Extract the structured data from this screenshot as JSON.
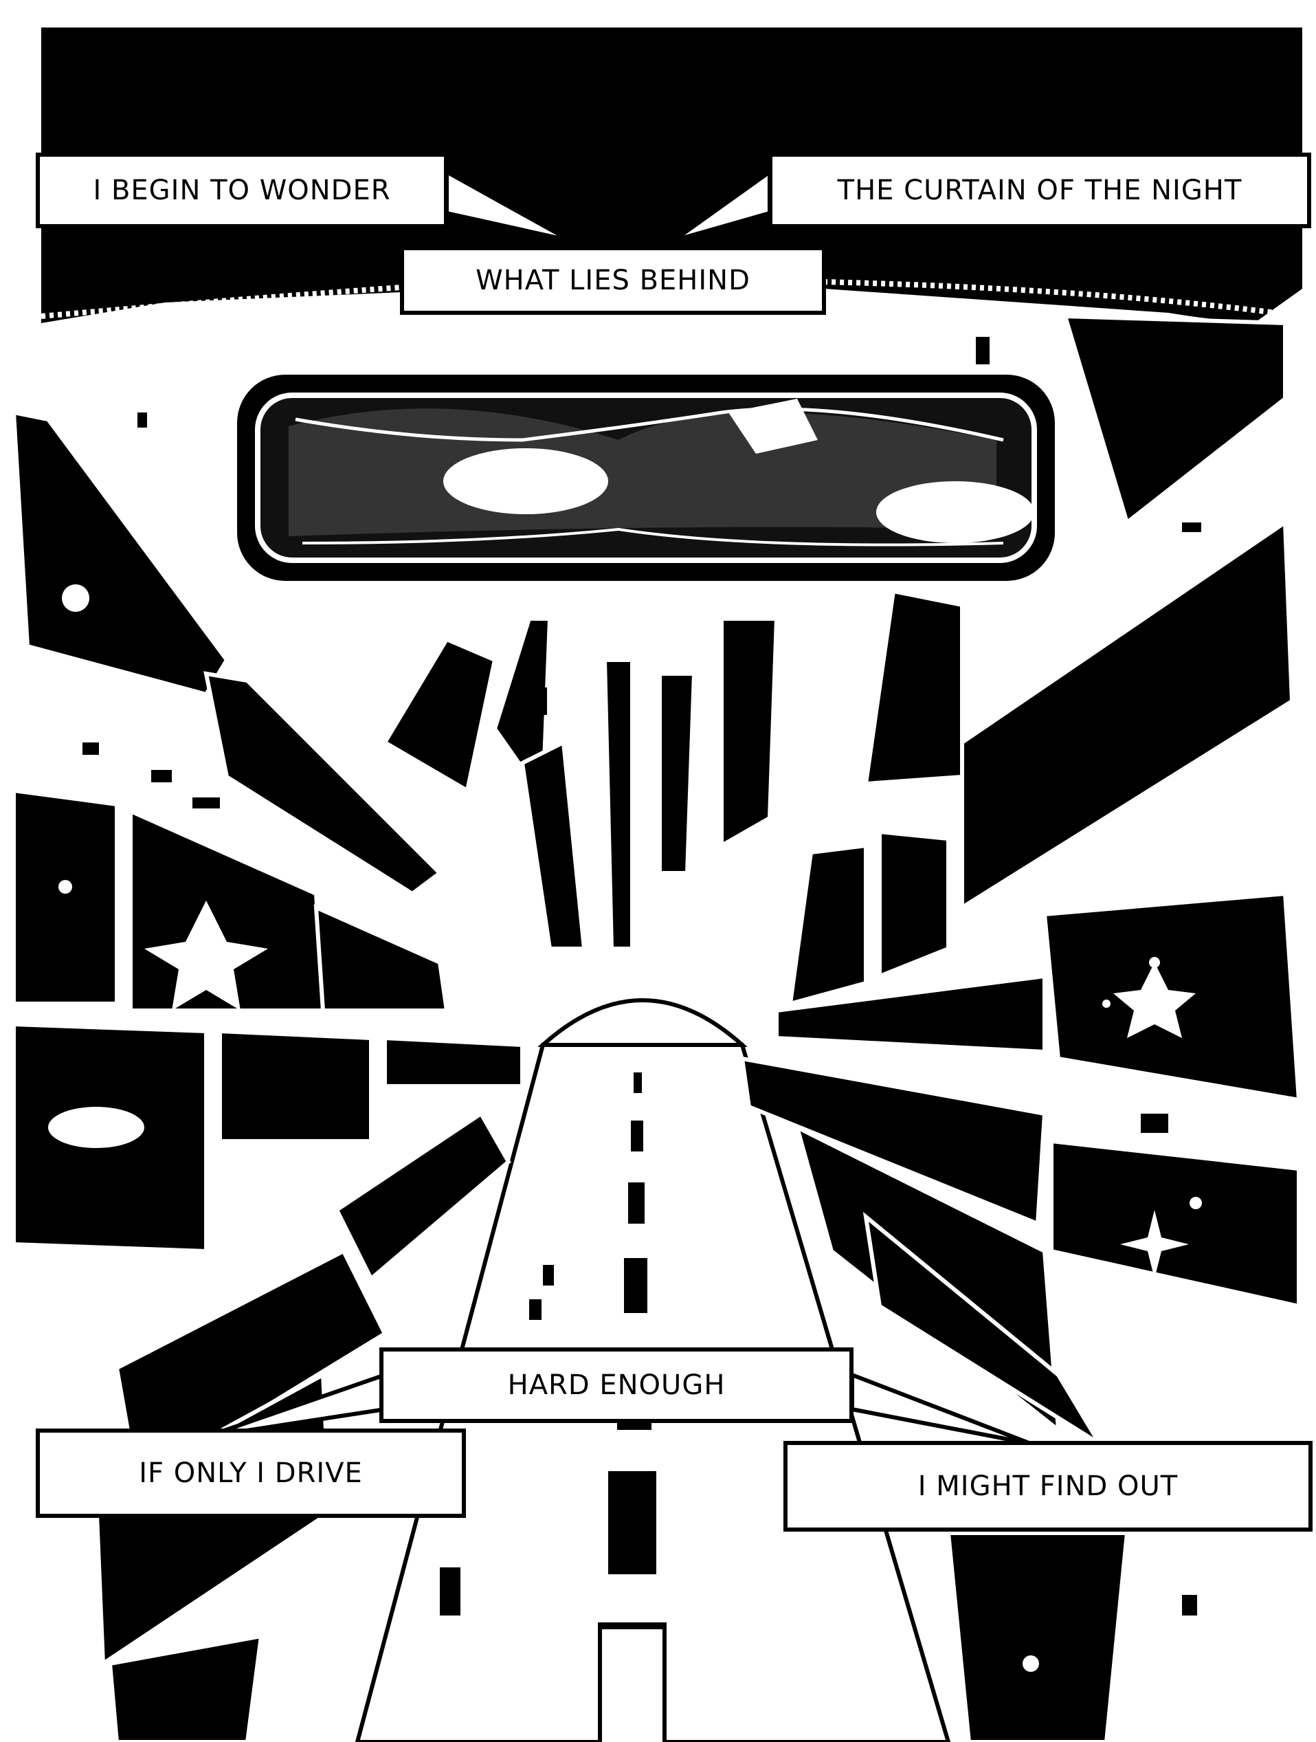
{
  "captions": {
    "top_left": "I BEGIN TO WONDER",
    "top_center": "WHAT LIES BEHIND",
    "top_right": "THE CURTAIN OF THE NIGHT",
    "bottom_center": "HARD ENOUGH",
    "bottom_left": "IF ONLY I DRIVE",
    "bottom_right": "I MIGHT FIND OUT"
  },
  "colors": {
    "ink": "#000000",
    "paper": "#ffffff"
  }
}
